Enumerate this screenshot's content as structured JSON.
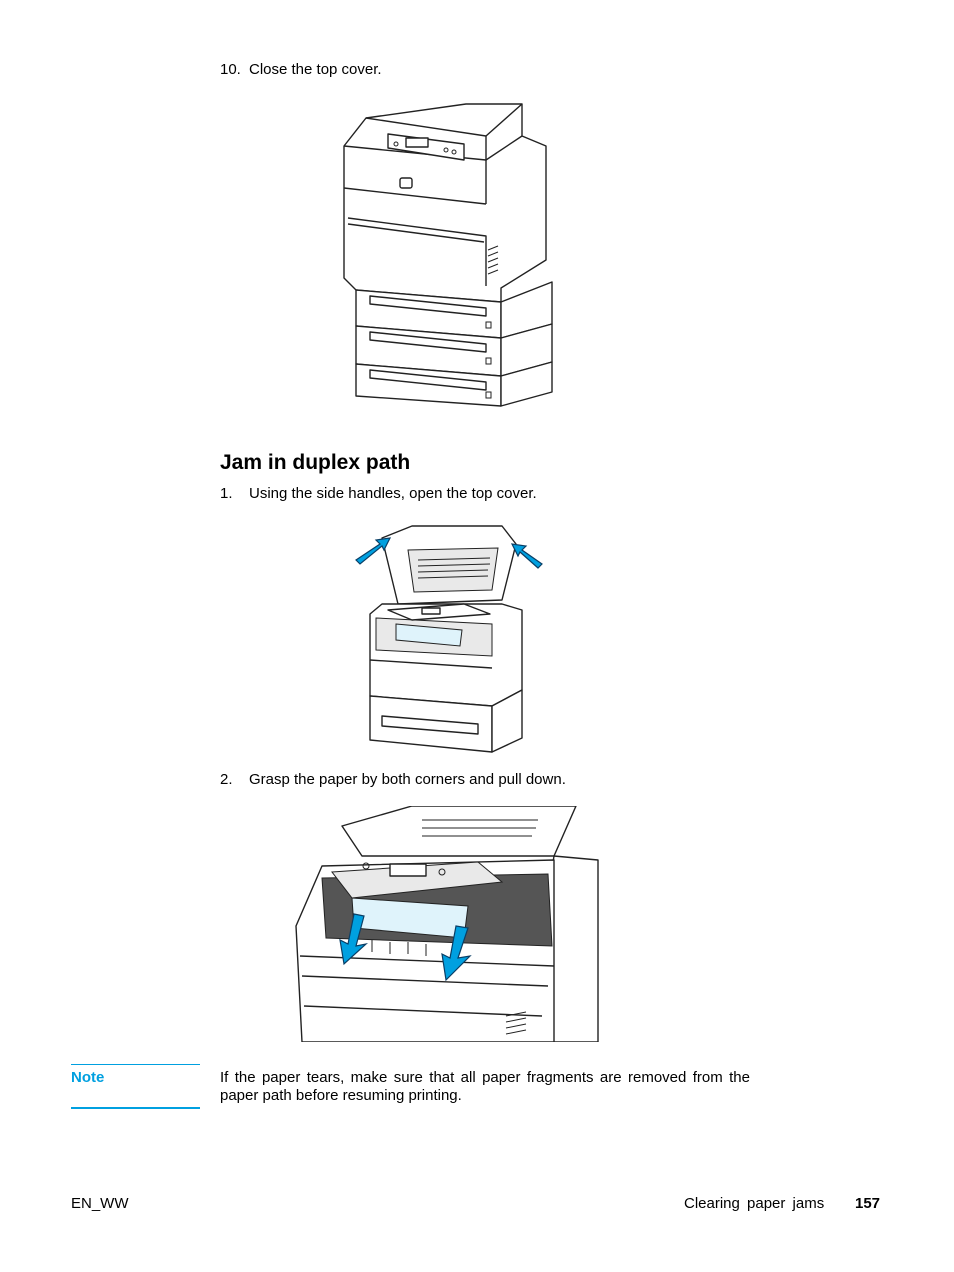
{
  "steps_top": [
    {
      "number": "10.",
      "text": "Close the top cover."
    }
  ],
  "section": {
    "title": "Jam in duplex path",
    "steps": [
      {
        "number": "1.",
        "text": "Using the side handles, open the top cover."
      },
      {
        "number": "2.",
        "text": "Grasp the paper by both corners and pull down."
      }
    ]
  },
  "note": {
    "label": "Note",
    "text": "If the paper tears, make sure that all paper fragments are removed from the paper path before resuming printing."
  },
  "footer": {
    "left": "EN_WW",
    "section_name": "Clearing paper jams",
    "page_number": "157"
  },
  "colors": {
    "accent": "#00a0e0"
  },
  "figures": [
    {
      "name": "printer-closed-figure"
    },
    {
      "name": "printer-top-cover-open-figure"
    },
    {
      "name": "duplex-jam-pull-down-figure"
    }
  ]
}
